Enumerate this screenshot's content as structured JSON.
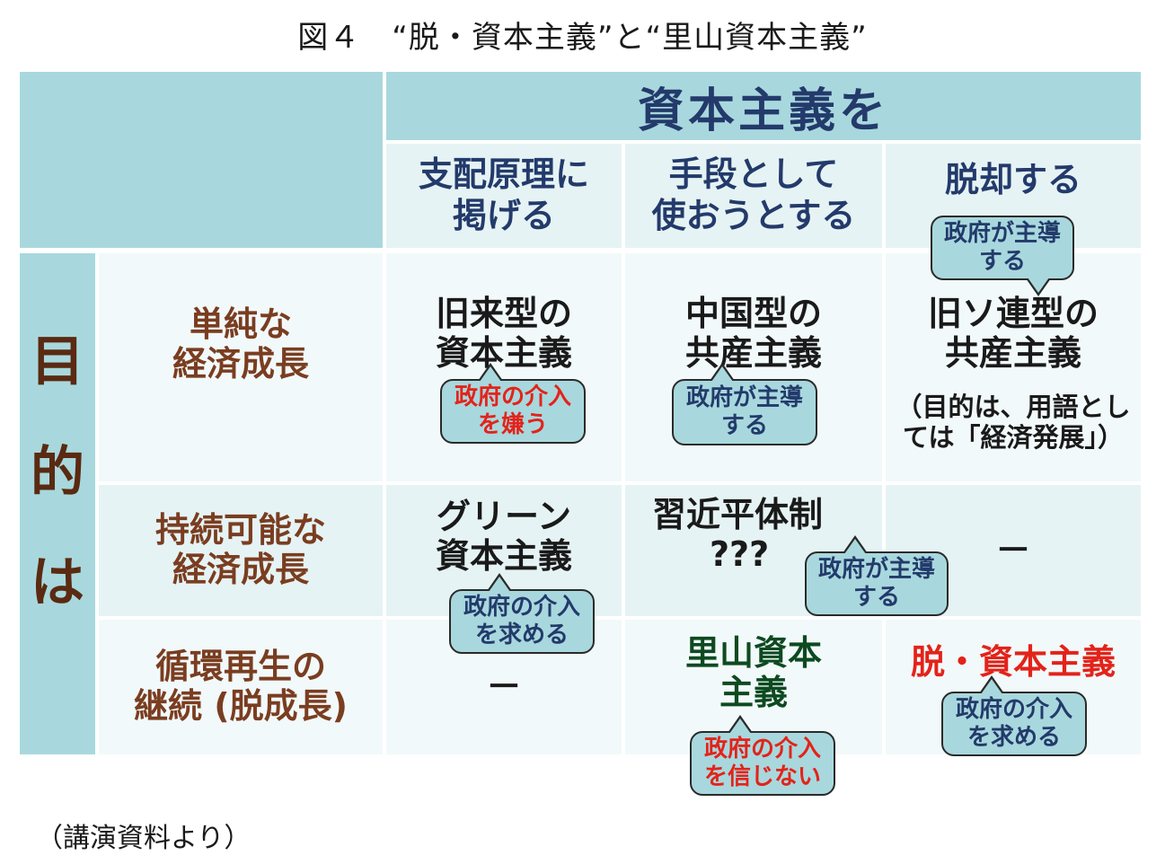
{
  "title": "図４　“脱・資本主義”と“里山資本主義”",
  "header": {
    "main": "資本主義を",
    "columns": [
      [
        "支配原理に",
        "掲げる"
      ],
      [
        "手段として",
        "使おうとする"
      ],
      [
        "脱却する"
      ]
    ]
  },
  "side_label": [
    "目",
    "的",
    "は"
  ],
  "rows": [
    {
      "label": [
        "単純な",
        "経済成長"
      ]
    },
    {
      "label": [
        "持続可能な",
        "経済成長"
      ]
    },
    {
      "label": [
        "循環再生の",
        "継続 (脱成長)"
      ]
    }
  ],
  "cells": {
    "r1c1": [
      "旧来型の",
      "資本主義"
    ],
    "r1c2": [
      "中国型の",
      "共産主義"
    ],
    "r1c3": [
      "旧ソ連型の",
      "共産主義"
    ],
    "r1c3_note": [
      "（目的は、用語とし",
      "ては「経済発展」）"
    ],
    "r2c1": [
      "グリーン",
      "資本主義"
    ],
    "r2c2": [
      "習近平体制",
      "???"
    ],
    "r2c3": "－",
    "r3c1": "－",
    "r3c2": [
      "里山資本",
      "主義"
    ],
    "r3c3": "脱・資本主義"
  },
  "bubbles": {
    "b_r1c1": [
      "政府の介入",
      "を嫌う"
    ],
    "b_r1c2": [
      "政府が主導",
      "する"
    ],
    "b_r1c3": [
      "政府が主導",
      "する"
    ],
    "b_r2c1": [
      "政府の介入",
      "を求める"
    ],
    "b_r2c2": [
      "政府が主導",
      "する"
    ],
    "b_r3c2": [
      "政府の介入",
      "を信じない"
    ],
    "b_r3c3": [
      "政府の介入",
      "を求める"
    ]
  },
  "colors": {
    "header_bg": "#a8d8dd",
    "header_text": "#233a6b",
    "row_label_text": "#7a3d20",
    "red_accent": "#e3231a",
    "green_accent": "#0d4a20"
  },
  "footer": "（講演資料より）"
}
